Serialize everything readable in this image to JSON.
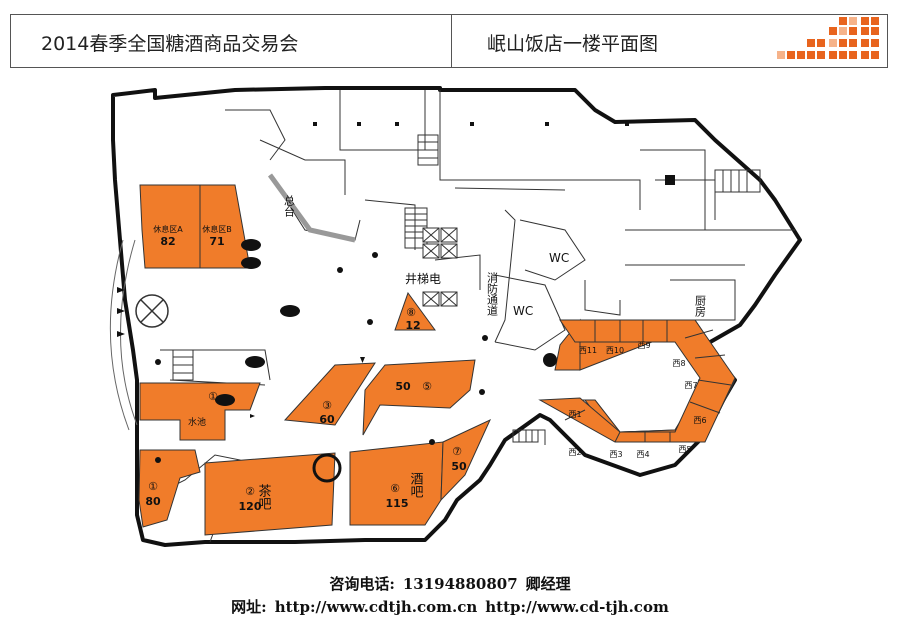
{
  "header": {
    "event_title": "2014春季全国糖酒商品交易会",
    "venue_title": "岷山饭店一楼平面图"
  },
  "colors": {
    "booth": "#f07c2a",
    "wall": "#111111",
    "header_logo": "#e8641e"
  },
  "areas": {
    "rest_a": {
      "label": "休息区A",
      "num": "82"
    },
    "rest_b": {
      "label": "休息区B",
      "num": "71"
    },
    "b8": {
      "circle": "⑧",
      "num": "12"
    },
    "b1_top": {
      "circle": "①"
    },
    "water": {
      "label": "水池"
    },
    "b3": {
      "circle": "③",
      "num": "60"
    },
    "b5": {
      "num": "50",
      "circle": "⑤"
    },
    "b1_bottom": {
      "circle": "①",
      "num": "80"
    },
    "b2": {
      "circle": "②",
      "num": "120",
      "label": "茶吧"
    },
    "b6": {
      "circle": "⑥",
      "num": "115",
      "label": "酒吧"
    },
    "b7": {
      "circle": "⑦",
      "num": "50"
    },
    "zongtai": "总台",
    "well": "井梯电",
    "fire": "消防通道",
    "wc1": "WC",
    "wc2": "WC",
    "kitchen": "厨房",
    "west": [
      "西1",
      "西2",
      "西3",
      "西4",
      "西5",
      "西6",
      "西7",
      "西8",
      "西9",
      "西10",
      "西11"
    ]
  },
  "footer": {
    "contact_label": "咨询电话:",
    "phone": "13194880807",
    "manager": "卿经理",
    "web_label": "网址:",
    "url1": "http://www.cdtjh.com.cn",
    "url2": "http://www.cd-tjh.com"
  }
}
